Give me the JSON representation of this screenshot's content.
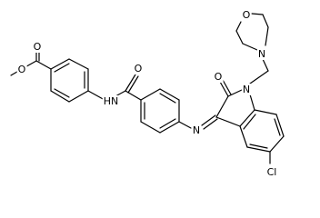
{
  "atoms": {
    "ester_O_carbonyl": "O",
    "ester_O_ether": "O",
    "amide_O": "O",
    "amide_N": "HN",
    "morpholine_O": "O",
    "morpholine_N": "N",
    "indole_N": "N",
    "imine_N": "N",
    "indolinone_O": "O",
    "chlorine": "Cl"
  },
  "colors": {
    "bond": "#000000",
    "text": "#000000",
    "background": "#ffffff"
  }
}
